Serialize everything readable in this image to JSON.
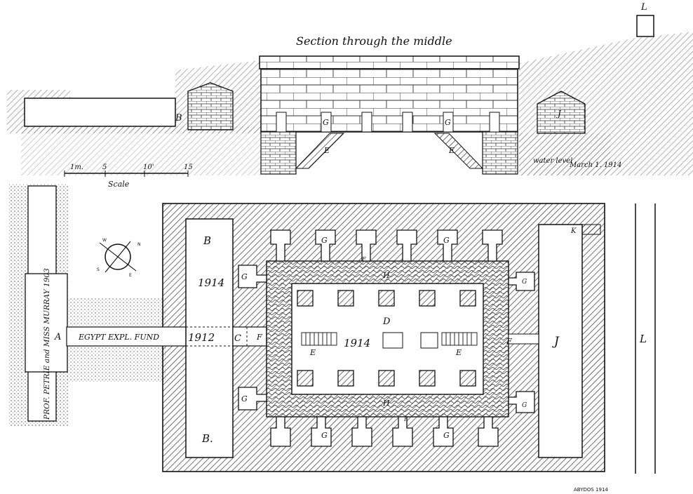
{
  "section": {
    "title": "Section through the middle",
    "label_b": "B",
    "label_j": "J",
    "label_l": "L",
    "label_g": "G",
    "label_e": "E",
    "water_level": "water level",
    "date": "March 1. 1914"
  },
  "scale": {
    "label": "Scale",
    "ticks": [
      "1m.",
      "5",
      "10'",
      "15"
    ]
  },
  "plan": {
    "label_a": "A",
    "label_b": "B",
    "label_b2": "B.",
    "label_c": "C",
    "label_d": "D",
    "label_e": "E",
    "label_f": "F",
    "label_g": "G",
    "label_h": "H",
    "label_j": "J",
    "label_k": "K",
    "label_l": "L",
    "year_b": "1914",
    "year_corridor": "1912",
    "year_hall": "1914",
    "corridor_text": "EGYPT EXPL. FUND",
    "vertical_text": "PROF. PETRIE and MISS MURRAY 1903",
    "compass": {
      "label_n": "N",
      "label_s": "S",
      "label_e": "E",
      "label_w": "W"
    }
  },
  "footer": {
    "caption": "ABYDOS 1914"
  },
  "colors": {
    "ink": "#1a1a1a",
    "paper": "#ffffff",
    "hatch": "#3a3a3a"
  }
}
